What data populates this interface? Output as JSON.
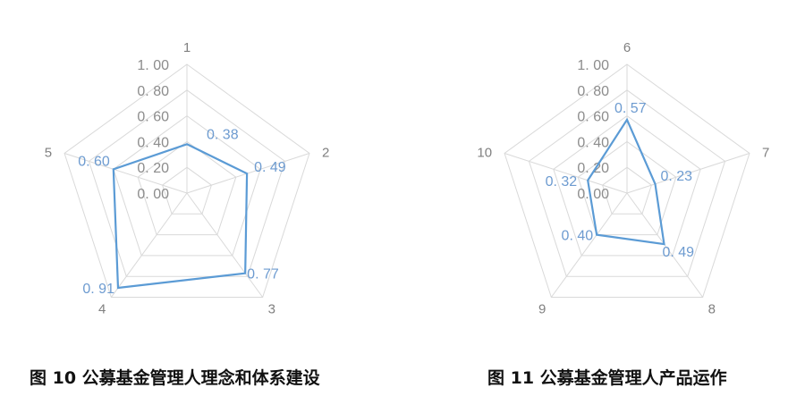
{
  "chart_data": [
    {
      "type": "radar",
      "caption": "图 10 公募基金管理人理念和体系建设",
      "categories": [
        "1",
        "2",
        "3",
        "4",
        "5"
      ],
      "values": [
        0.38,
        0.49,
        0.77,
        0.91,
        0.6
      ],
      "value_labels": [
        "0. 38",
        "0. 49",
        "0. 77",
        "0. 91",
        "0. 60"
      ],
      "ticks": [
        "0. 00",
        "0. 20",
        "0. 40",
        "0. 60",
        "0. 80",
        "1. 00"
      ],
      "range": [
        0,
        1
      ],
      "grid": true,
      "series_color": "#5b9bd5"
    },
    {
      "type": "radar",
      "caption": "图 11 公募基金管理人产品运作",
      "categories": [
        "6",
        "7",
        "8",
        "9",
        "10"
      ],
      "values": [
        0.57,
        0.23,
        0.49,
        0.4,
        0.32
      ],
      "value_labels": [
        "0. 57",
        "0. 23",
        "0. 49",
        "0. 40",
        "0. 32"
      ],
      "ticks": [
        "0. 00",
        "0. 20",
        "0. 40",
        "0. 60",
        "0. 80",
        "1. 00"
      ],
      "range": [
        0,
        1
      ],
      "grid": true,
      "series_color": "#5b9bd5"
    }
  ],
  "colors": {
    "grid": "#d9d9d9",
    "series": "#5b9bd5",
    "value_label": "#6d9bd0",
    "text": "#808080"
  }
}
